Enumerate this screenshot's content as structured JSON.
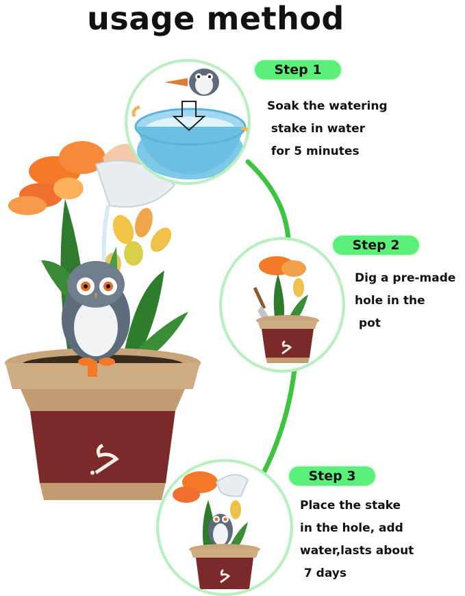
{
  "title": "usage method",
  "steps": [
    {
      "label": "Step 1",
      "lines": [
        "Soak the watering",
        " stake in water",
        " for 5 minutes"
      ]
    },
    {
      "label": "Step 2",
      "lines": [
        "Dig a pre-made",
        "hole in the",
        " pot"
      ]
    },
    {
      "label": "Step 3",
      "lines": [
        "Place the stake",
        "in the hole, add",
        "water,lasts about",
        " 7 days"
      ]
    }
  ],
  "colors": {
    "pill": "#5cf07a",
    "arc": "#3dc43f",
    "circle_border": "#b9efc0",
    "pot_red": "#7b2a2a",
    "pot_tan": "#c8a57a",
    "flower_orange": "#f47a2a",
    "leaf_green": "#2f7a2c",
    "owl_gray": "#5d6b7a",
    "basin_blue": "#7fc9e8"
  }
}
